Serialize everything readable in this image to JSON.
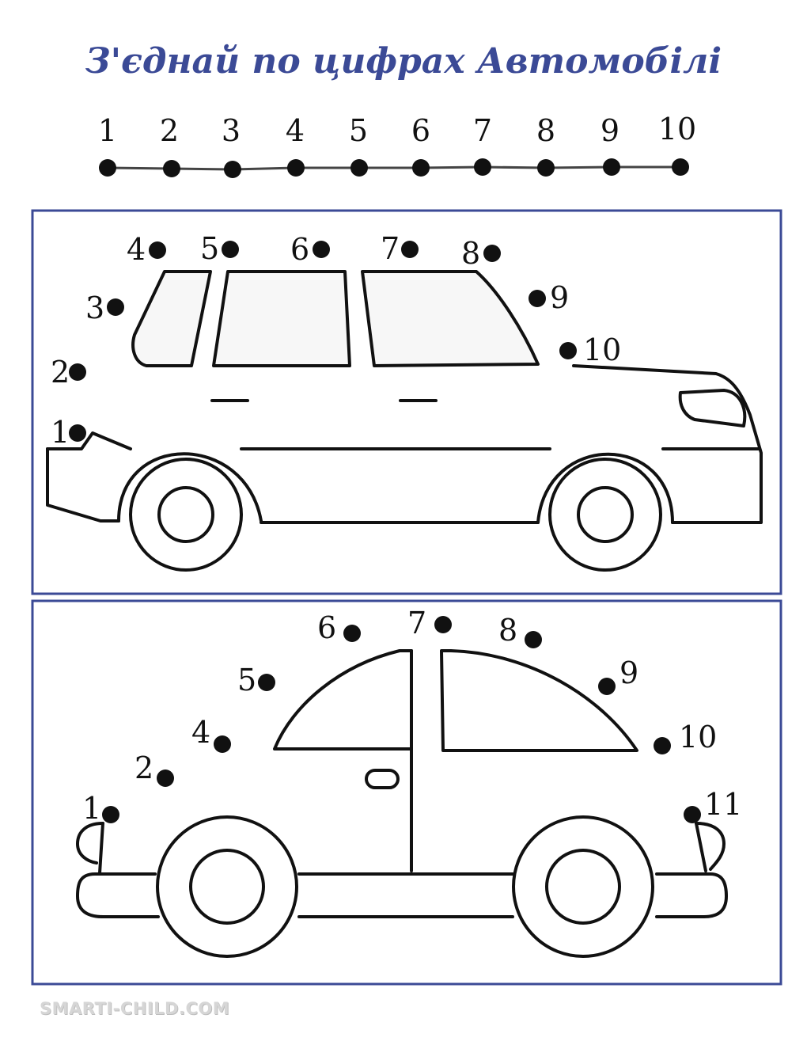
{
  "title": "З'єднай по цифрах Автомобілі",
  "legend": {
    "numbers": [
      "1",
      "2",
      "3",
      "4",
      "5",
      "6",
      "7",
      "8",
      "9",
      "10"
    ]
  },
  "car1": {
    "labels": [
      "1",
      "2",
      "3",
      "4",
      "5",
      "6",
      "7",
      "8",
      "9",
      "10"
    ]
  },
  "car2": {
    "labels": [
      "1",
      "2",
      "4",
      "5",
      "6",
      "7",
      "8",
      "9",
      "10",
      "11"
    ]
  },
  "watermark": "SMARTI-CHILD.COM",
  "colors": {
    "title": "#3b4a96",
    "frame": "#3b4a96",
    "ink": "#111111"
  }
}
